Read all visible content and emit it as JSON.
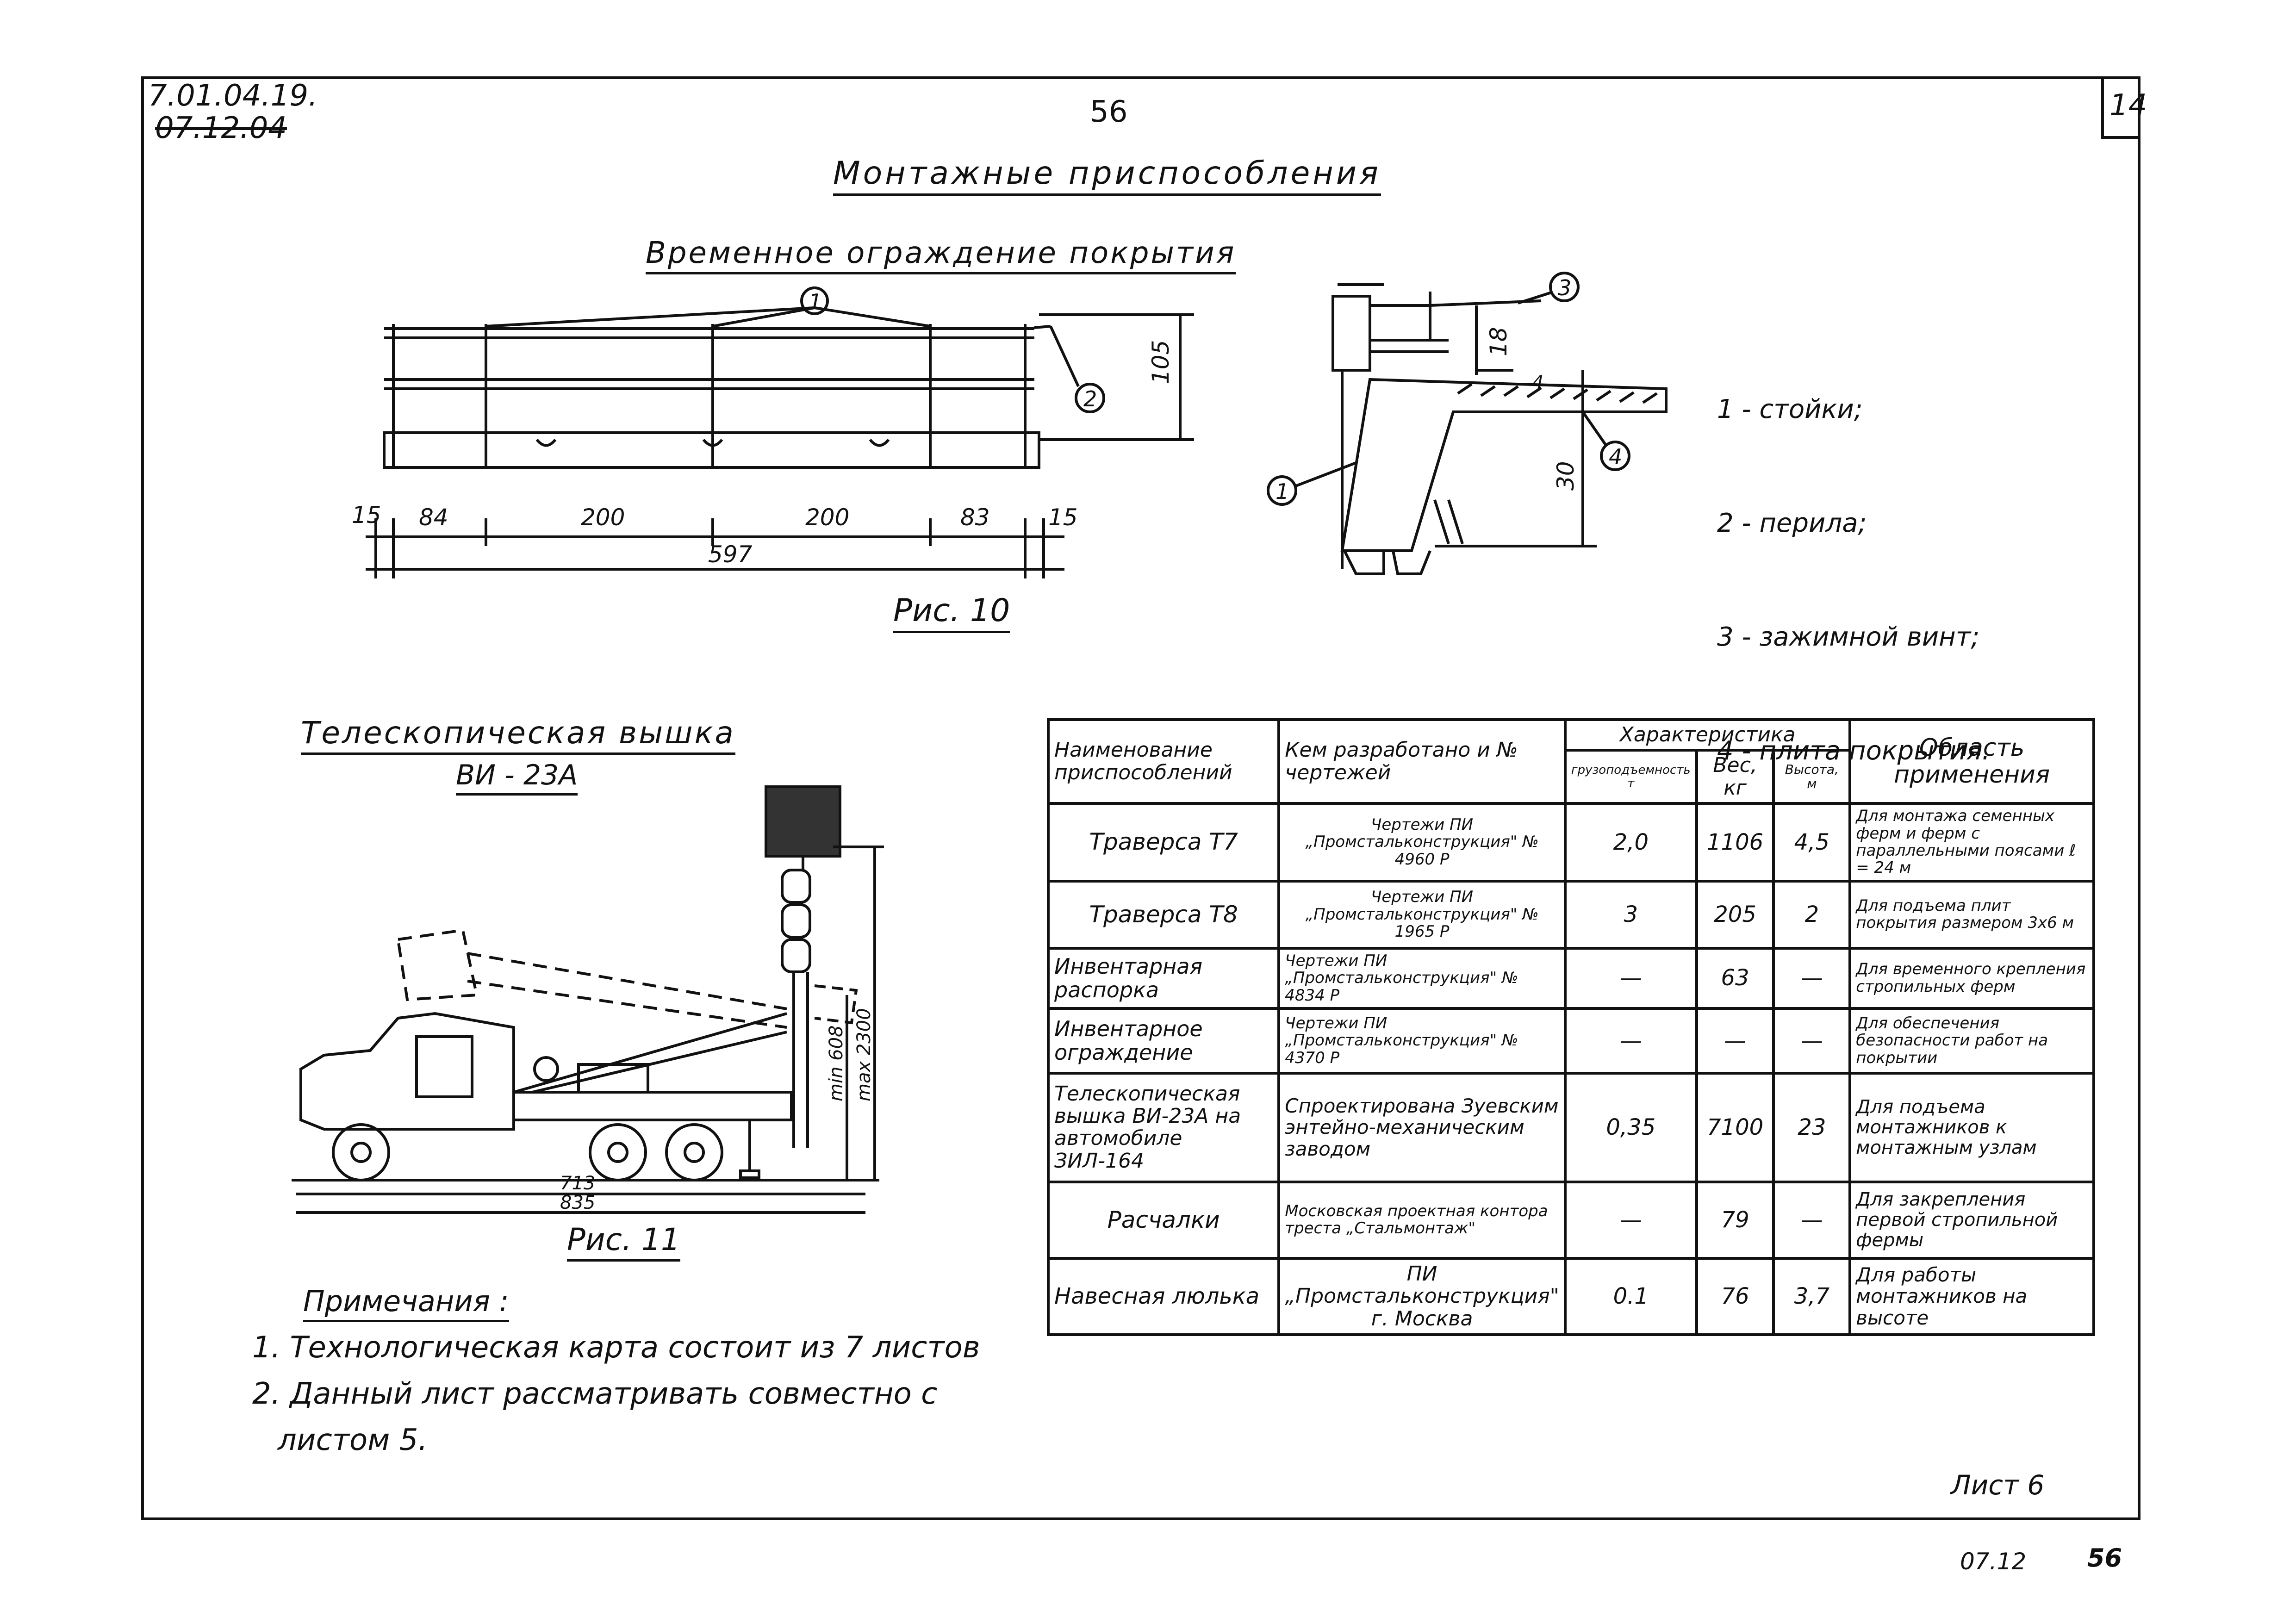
{
  "header": {
    "doc_code_1": "7.01.04.19.",
    "doc_code_2": "07.12.04",
    "page_number": "56",
    "sheet_corner": "14",
    "title": "Монтажные приспособления"
  },
  "fig10": {
    "title": "Временное ограждение покрытия",
    "caption": "Рис. 10",
    "dims": {
      "d15a": "15",
      "d84": "84",
      "d200a": "200",
      "d200b": "200",
      "d83": "83",
      "d15b": "15",
      "total": "597",
      "height": "105",
      "post": "18",
      "slab": "30",
      "gap": "4"
    },
    "callouts": {
      "c1": "1",
      "c2": "2",
      "c3": "3",
      "c4": "4"
    }
  },
  "legend": [
    "1 - стойки;",
    "2 - перила;",
    "3 - зажимной винт;",
    "4 - плита покрытия."
  ],
  "fig11": {
    "title": "Телескопическая вышка",
    "model": "ВИ - 23А",
    "caption": "Рис. 11",
    "dims": {
      "w1": "713",
      "w2": "835",
      "hmin": "min 608",
      "hmax": "max 2300"
    }
  },
  "table": {
    "col_name": "Наименование приспособлений",
    "col_dev": "Кем разработано и № чертежей",
    "col_char": "Характеристика",
    "col_cap": "грузоподъемность т",
    "col_weight": "Вес, кг",
    "col_height": "Высота, м",
    "col_area": "Область применения",
    "rows": [
      {
        "name": "Траверса Т7",
        "dev": "Чертежи ПИ „Промстальконструкция\" № 4960 Р",
        "cap": "2,0",
        "weight": "1106",
        "height": "4,5",
        "area": "Для монтажа семенных ферм и ферм с параллельными поясами ℓ = 24 м"
      },
      {
        "name": "Траверса Т8",
        "dev": "Чертежи ПИ „Промстальконструкция\" № 1965 Р",
        "cap": "3",
        "weight": "205",
        "height": "2",
        "area": "Для подъема плит покрытия размером 3х6 м"
      },
      {
        "name": "Инвентарная распорка",
        "dev": "Чертежи ПИ „Промстальконструкция\" № 4834 Р",
        "cap": "—",
        "weight": "63",
        "height": "—",
        "area": "Для временного крепления стропильных ферм"
      },
      {
        "name": "Инвентарное ограждение",
        "dev": "Чертежи ПИ „Промстальконструкция\" № 4370 Р",
        "cap": "—",
        "weight": "—",
        "height": "—",
        "area": "Для обеспечения безопасности работ на покрытии"
      },
      {
        "name": "Телескопическая вышка ВИ-23А на автомобиле ЗИЛ-164",
        "dev": "Спроектирована Зуевским энтейно-механическим заводом",
        "cap": "0,35",
        "weight": "7100",
        "height": "23",
        "area": "Для подъема монтажников к монтажным узлам"
      },
      {
        "name": "Расчалки",
        "dev": "Московская проектная контора треста „Стальмонтаж\"",
        "cap": "—",
        "weight": "79",
        "height": "—",
        "area": "Для закрепления первой стропильной фермы"
      },
      {
        "name": "Навесная люлька",
        "dev": "ПИ „Промстальконструкция\" г. Москва",
        "cap": "0.1",
        "weight": "76",
        "height": "3,7",
        "area": "Для работы монтажников на высоте"
      }
    ]
  },
  "notes": {
    "heading": "Примечания :",
    "items": [
      "1. Технологическая карта состоит из 7 листов",
      "2. Данный лист рассматривать совместно с",
      "листом 5."
    ]
  },
  "footer": {
    "sheet_label": "Лист 6",
    "code": "07.12",
    "page": "56"
  }
}
